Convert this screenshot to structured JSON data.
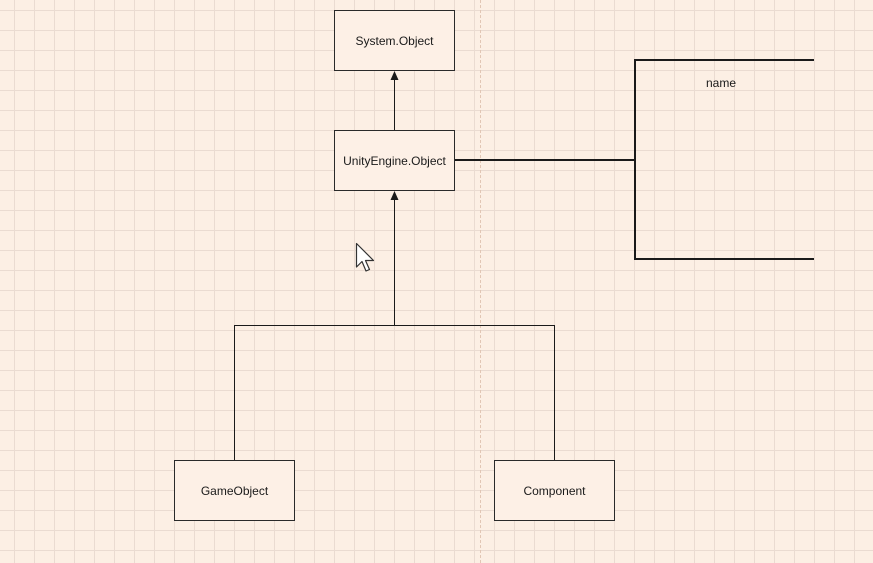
{
  "diagram": {
    "nodes": {
      "system_object": "System.Object",
      "unity_object": "UnityEngine.Object",
      "game_object": "GameObject",
      "component": "Component"
    },
    "side_note": {
      "label": "name"
    },
    "edges": [
      {
        "from": "UnityEngine.Object",
        "to": "System.Object",
        "type": "inheritance-arrow"
      },
      {
        "from": "GameObject",
        "to": "UnityEngine.Object",
        "type": "inheritance-arrow"
      },
      {
        "from": "Component",
        "to": "UnityEngine.Object",
        "type": "inheritance-arrow"
      },
      {
        "from": "UnityEngine.Object",
        "to": "name",
        "type": "annotation-link"
      }
    ]
  },
  "colors": {
    "background": "#fcefe4",
    "grid": "#eadbd1",
    "line": "#1a1a1a"
  },
  "icons": {
    "cursor": "mouse-pointer-icon"
  }
}
